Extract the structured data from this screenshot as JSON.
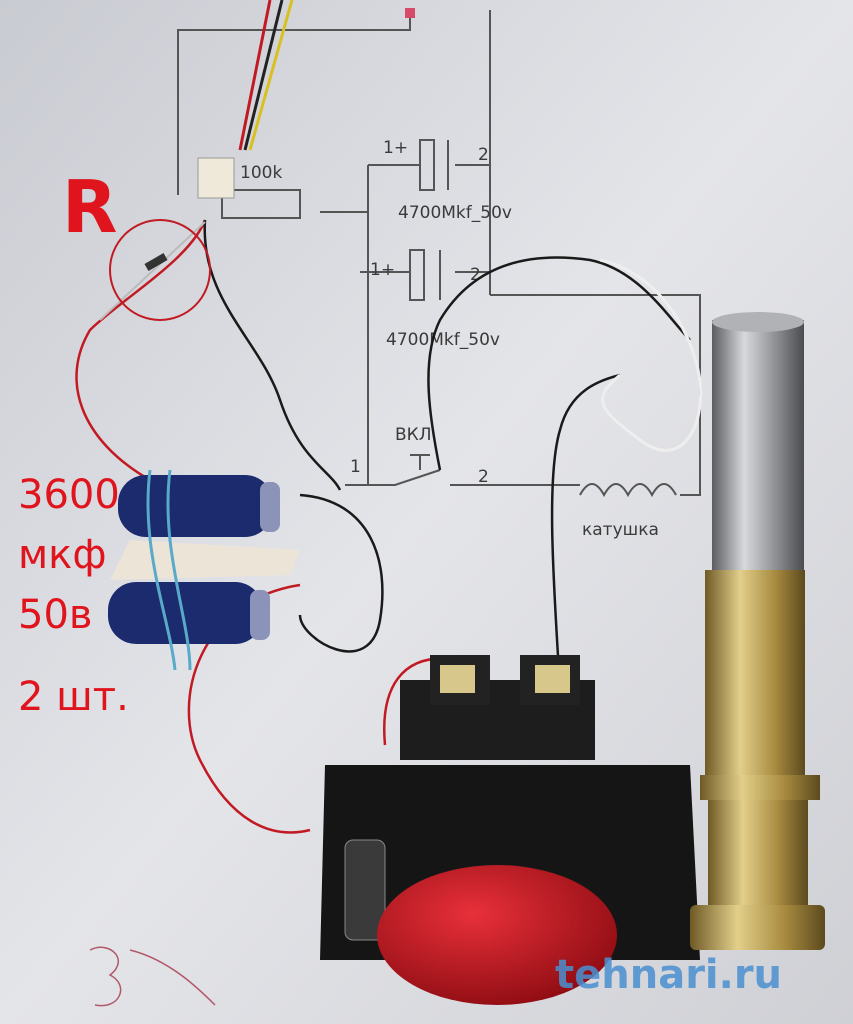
{
  "annotations": {
    "resistor_label": "R",
    "capacitor_note": [
      "3600",
      "мкф",
      "50в",
      "2 шт."
    ]
  },
  "schematic": {
    "resistor_value": "100k",
    "cap1_pin_plus": "1+",
    "cap1_pin2": "2",
    "cap1_value": "4700Mkf_50v",
    "cap2_pin_plus": "1+",
    "cap2_pin2": "2",
    "cap2_value": "4700Mkf_50v",
    "switch_label": "ВКЛ",
    "switch_pin1": "1",
    "switch_pin2": "2",
    "coil_label": "катушка"
  },
  "watermark": "tehnari.ru",
  "colors": {
    "annotation_red": "#e0141c",
    "paper": "#dcdde2",
    "capacitor_blue": "#1c2a6e",
    "brass": "#b89a4a",
    "button_red": "#c8141c"
  }
}
